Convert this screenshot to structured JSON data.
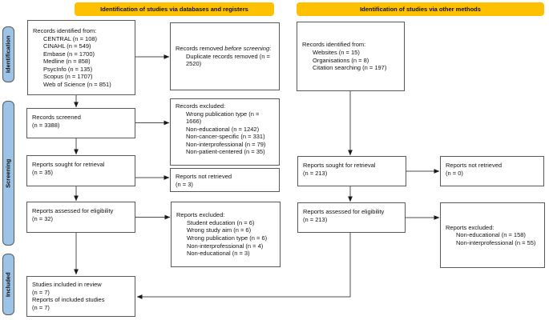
{
  "colors": {
    "header_bg": "#FFC000",
    "sidebar_bg": "#9DC3E6",
    "box_border": "#595959",
    "arrow": "#1a1a1a"
  },
  "headers": {
    "left": "Identification of studies via databases and registers",
    "right": "Identification of studies via other methods"
  },
  "sidebar": {
    "identification": "Identification",
    "screening": "Screening",
    "included": "Included"
  },
  "boxes": {
    "db_identified": {
      "title": "Records identified from:",
      "items": [
        "CENTRAL (n = 108)",
        "CINAHL (n = 549)",
        "Embase (n = 1700)",
        "Medline (n = 858)",
        "PsycInfo (n = 135)",
        "Scopus (n = 1707)",
        "Web of Science (n = 851)"
      ]
    },
    "removed_before": {
      "prefix": "Records removed ",
      "italic": "before screening",
      "suffix": ":",
      "items": [
        "Duplicate records removed (n = 2520)"
      ]
    },
    "screened": {
      "lines": [
        "Records screened",
        "(n = 3388)"
      ]
    },
    "records_excluded": {
      "title": "Records excluded:",
      "items": [
        "Wrong publication type (n = 1666)",
        "Non-educational (n = 1242)",
        "Non-cancer-specific (n = 331)",
        "Non-interprofessional (n = 79)",
        "Non-patient-centered (n = 35)"
      ]
    },
    "sought_db": {
      "lines": [
        "Reports sought for retrieval",
        "(n = 35)"
      ]
    },
    "not_retrieved_db": {
      "lines": [
        "Reports not retrieved",
        "(n = 3)"
      ]
    },
    "assessed_db": {
      "lines": [
        "Reports assessed for eligibility",
        "(n = 32)"
      ]
    },
    "reports_excluded_db": {
      "title": "Reports excluded:",
      "items": [
        "Student education (n = 6)",
        "Wrong study aim (n = 6)",
        "Wrong publication type (n = 6)",
        "Non-interprofessional (n = 4)",
        "Non-educational (n = 3)"
      ]
    },
    "included": {
      "lines": [
        "Studies included in review",
        "(n = 7)",
        "Reports of included studies",
        "(n = 7)"
      ]
    },
    "other_identified": {
      "title": "Records identified from:",
      "items": [
        "Websites (n = 15)",
        "Organisations (n = 8)",
        "Citation searching (n = 197)"
      ]
    },
    "sought_other": {
      "lines": [
        "Reports sought for retrieval",
        "(n = 213)"
      ]
    },
    "not_retrieved_other": {
      "lines": [
        "Reports not retrieved",
        "(n = 0)"
      ]
    },
    "assessed_other": {
      "lines": [
        "Reports assessed for eligibility",
        "(n = 213)"
      ]
    },
    "reports_excluded_other": {
      "title": "Reports excluded:",
      "items": [
        "Non-educational (n = 158)",
        "Non-interprofessional (n = 55)"
      ]
    }
  }
}
